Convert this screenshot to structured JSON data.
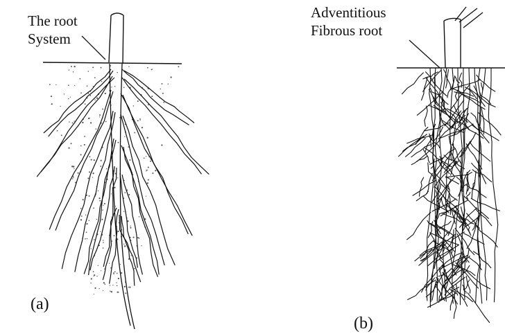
{
  "panel_a": {
    "callout": [
      "The root",
      "System"
    ],
    "tag": "(a)"
  },
  "panel_b": {
    "callout": [
      "Adventitious",
      "Fibrous root"
    ],
    "tag": "(b)"
  },
  "colors": {
    "ink": "#111111",
    "soil_dots": "#555555",
    "background": "#ffffff"
  }
}
